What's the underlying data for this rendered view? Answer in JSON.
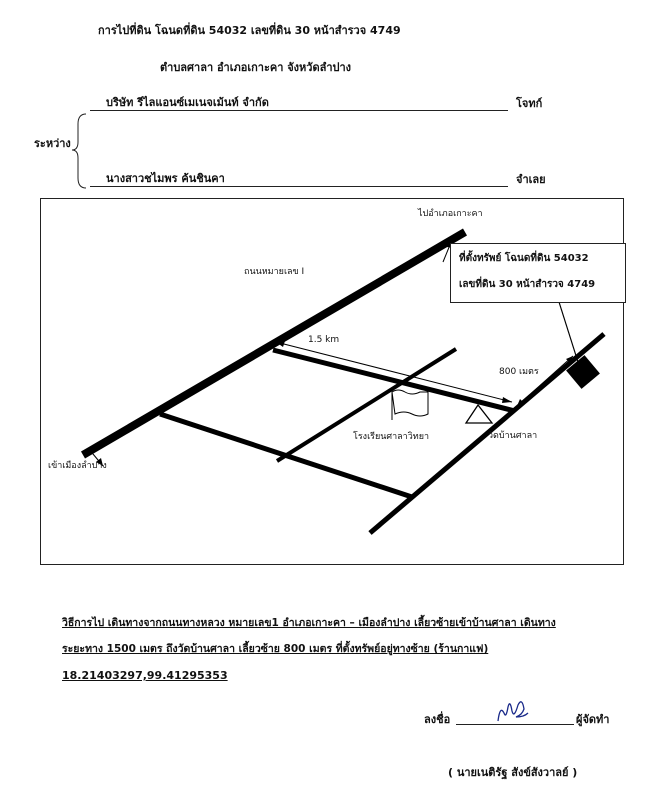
{
  "header": {
    "line1": "การไปที่ดิน  โฉนดที่ดิน 54032   เลขที่ดิน 30   หน้าสำรวจ 4749",
    "line2": "ตำบลศาลา   อำเภอเกาะคา    จังหวัดลำปาง"
  },
  "parties": {
    "between_label": "ระหว่าง",
    "party1_name": "บริษัท รีไลแอนซ์เมเนจเม้นท์ จำกัด",
    "party1_role": "โจทก์",
    "party2_name": "นางสาวชไมพร ค้นชินคา",
    "party2_role": "จำเลย"
  },
  "map": {
    "to_kokha": "ไปอำเภอเกาะคา",
    "road_name": "ถนนหมายเลข I",
    "to_lampang": "เข้าเมืองลำปาง",
    "dist_1_5": "1.5 km",
    "dist_800": "800 เมตร",
    "school": "โรงเรียนศาลาวิทยา",
    "temple": "วัดบ้านศาลา",
    "callout_line1": "ที่ตั้งทรัพย์ โฉนดที่ดิน  54032",
    "callout_line2": "เลขที่ดิน 30   หน้าสำรวจ 4749"
  },
  "directions": {
    "line1": "วิธีการไป  เดินทางจากถนนทางหลวง  หมายเลข1  อำเภอเกาะคา  – เมืองลำปาง เลี้ยวซ้ายเข้าบ้านศาลา  เดินทาง",
    "line2": "ระยะทาง 1500 เมตร ถึงวัดบ้านศาลา เลี้ยวซ้าย 800 เมตร ที่ตั้งทรัพย์อยู่ทางซ้าย (ร้านกาแฟ)",
    "coords": "18.21403297,99.41295353"
  },
  "signature": {
    "sign_label": "ลงชื่อ",
    "title": "ผู้จัดทำ",
    "name": "(  นายเนติรัฐ สังข์สังวาลย์   )"
  }
}
